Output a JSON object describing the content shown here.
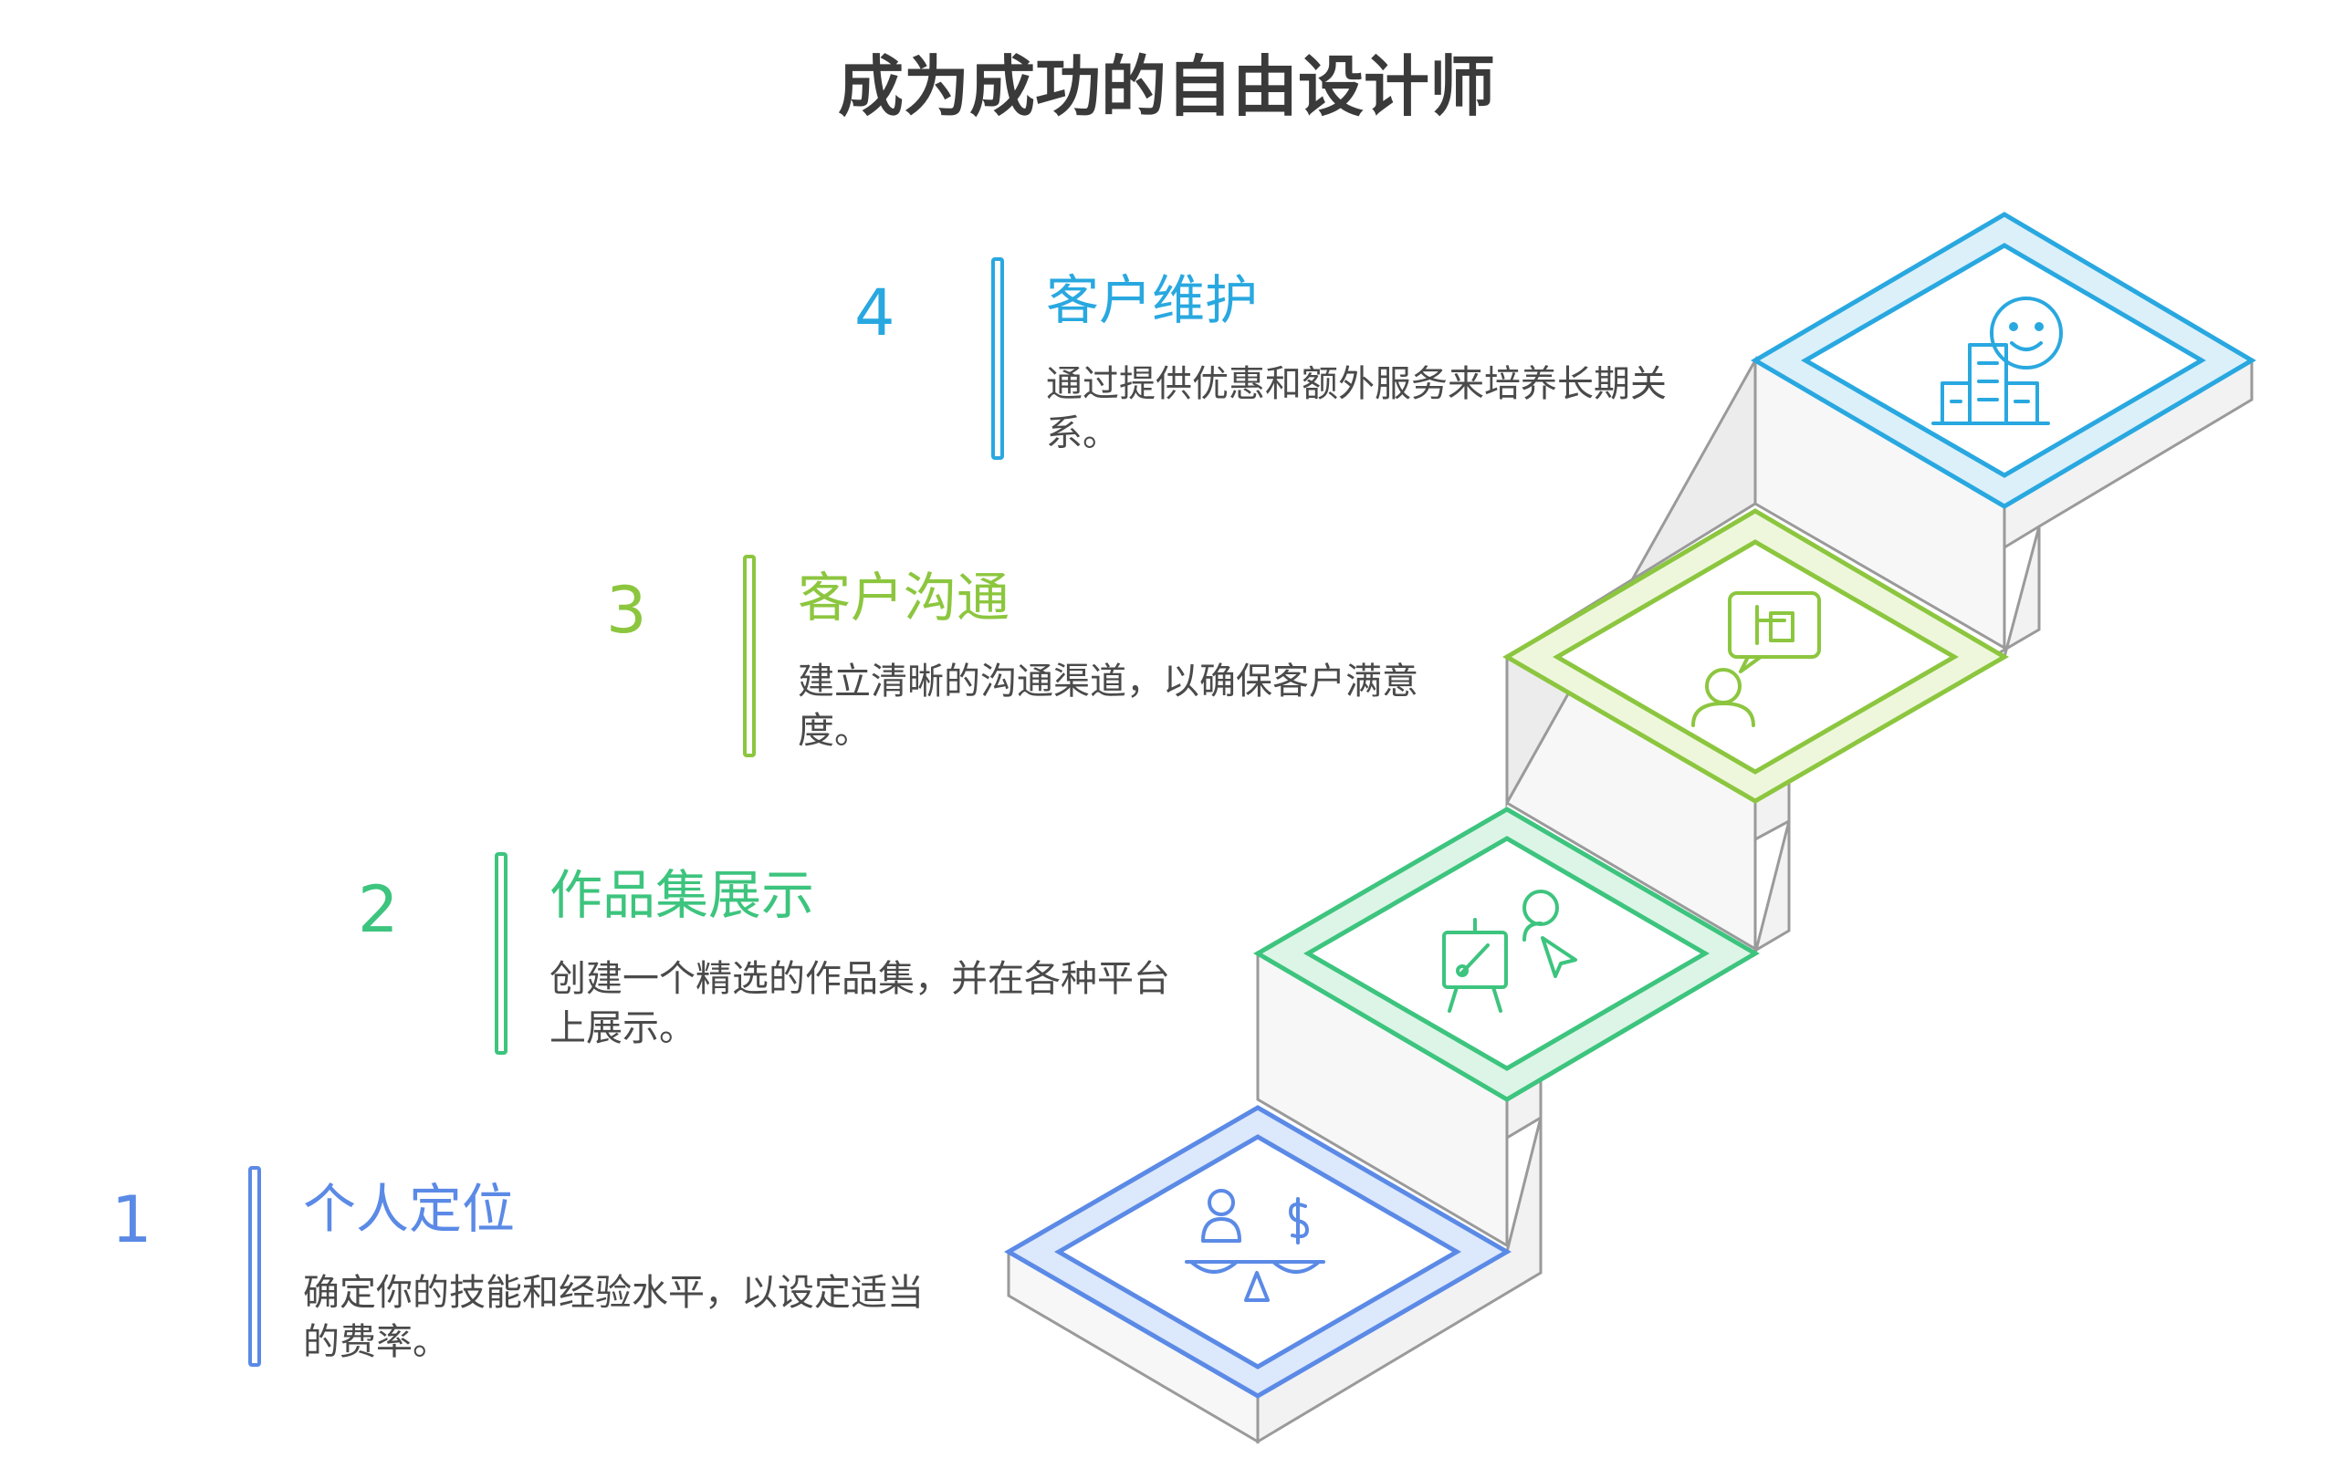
{
  "title": "成为成功的自由设计师",
  "steps": [
    {
      "number": "1",
      "title": "个人定位",
      "description": "确定你的技能和经验水平，以设定适当的费率。",
      "color": "#5b8ae6",
      "icon": "scale-person-dollar-icon"
    },
    {
      "number": "2",
      "title": "作品集展示",
      "description": "创建一个精选的作品集，并在各种平台上展示。",
      "color": "#3dc47e",
      "icon": "easel-presenter-icon"
    },
    {
      "number": "3",
      "title": "客户沟通",
      "description": "建立清晰的沟通渠道，以确保客户满意度。",
      "color": "#8cc63f",
      "icon": "person-speech-bubble-icon"
    },
    {
      "number": "4",
      "title": "客户维护",
      "description": "通过提供优惠和额外服务来培养长期关系。",
      "color": "#29a8e0",
      "icon": "smiley-building-icon"
    }
  ]
}
